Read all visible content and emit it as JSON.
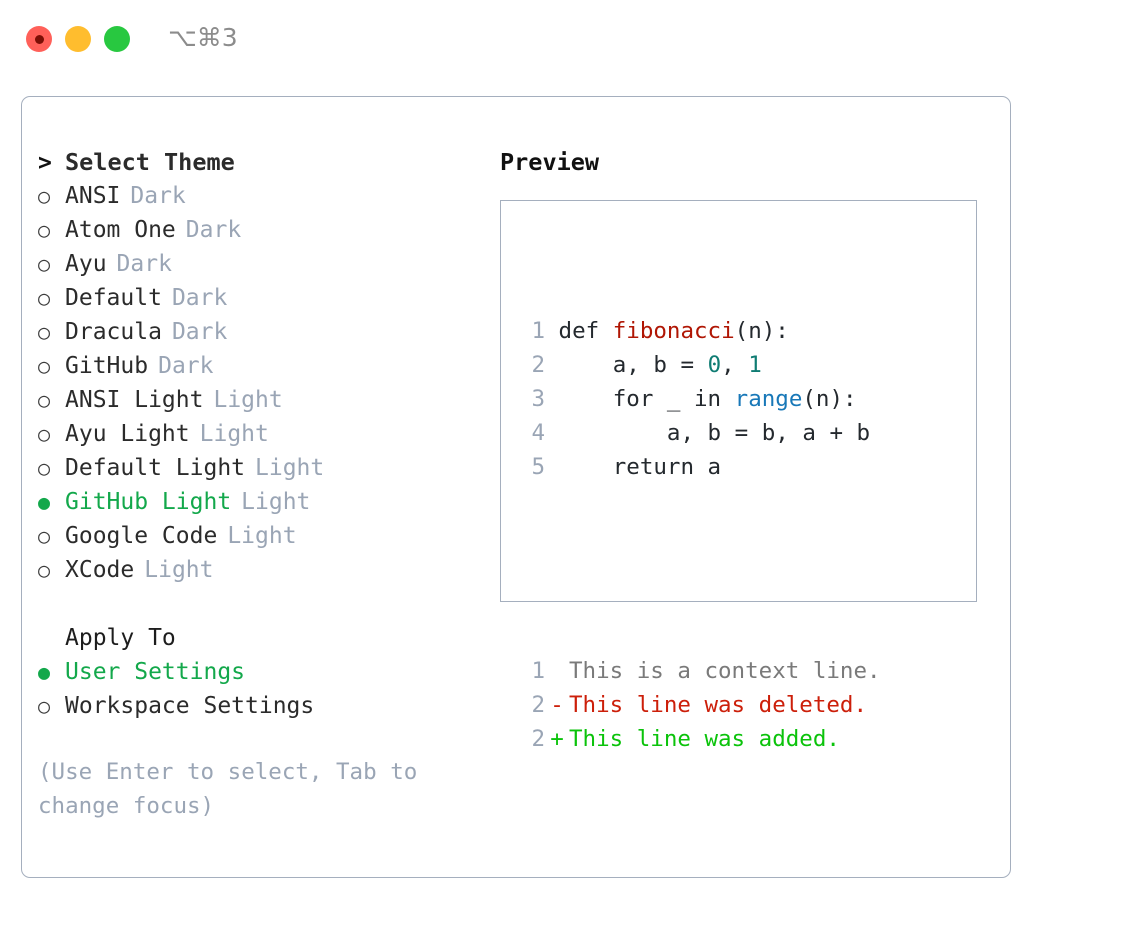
{
  "titlebar": {
    "shortcut": "⌥⌘3",
    "buttons": [
      {
        "name": "close",
        "color": "#ff6059"
      },
      {
        "name": "minimize",
        "color": "#ffbd2e"
      },
      {
        "name": "maximize",
        "color": "#28c840"
      }
    ]
  },
  "theme_list": {
    "header_marker": ">",
    "header": "Select Theme",
    "unselected_marker": "○",
    "selected_marker": "●",
    "items": [
      {
        "marker": "○",
        "name": "ANSI",
        "variant": "Dark",
        "selected": false
      },
      {
        "marker": "○",
        "name": "Atom One",
        "variant": "Dark",
        "selected": false
      },
      {
        "marker": "○",
        "name": "Ayu",
        "variant": "Dark",
        "selected": false
      },
      {
        "marker": "○",
        "name": "Default",
        "variant": "Dark",
        "selected": false
      },
      {
        "marker": "○",
        "name": "Dracula",
        "variant": "Dark",
        "selected": false
      },
      {
        "marker": "○",
        "name": "GitHub",
        "variant": "Dark",
        "selected": false
      },
      {
        "marker": "○",
        "name": "ANSI Light",
        "variant": "Light",
        "selected": false
      },
      {
        "marker": "○",
        "name": "Ayu Light",
        "variant": "Light",
        "selected": false
      },
      {
        "marker": "○",
        "name": "Default Light",
        "variant": "Light",
        "selected": false
      },
      {
        "marker": "●",
        "name": "GitHub Light",
        "variant": "Light",
        "selected": true
      },
      {
        "marker": "○",
        "name": "Google Code",
        "variant": "Light",
        "selected": false
      },
      {
        "marker": "○",
        "name": "XCode",
        "variant": "Light",
        "selected": false
      }
    ]
  },
  "apply_to": {
    "header": "Apply To",
    "items": [
      {
        "marker": "●",
        "name": "User Settings",
        "selected": true
      },
      {
        "marker": "○",
        "name": "Workspace Settings",
        "selected": false
      }
    ]
  },
  "hint": "(Use Enter to select, Tab to change focus)",
  "preview": {
    "title": "Preview",
    "code_lines": [
      {
        "no": "1",
        "segments": [
          {
            "text": "def ",
            "token": "plain"
          },
          {
            "text": "fibonacci",
            "token": "function"
          },
          {
            "text": "(n):",
            "token": "plain"
          }
        ]
      },
      {
        "no": "2",
        "segments": [
          {
            "text": "    a, b = ",
            "token": "plain"
          },
          {
            "text": "0",
            "token": "number"
          },
          {
            "text": ", ",
            "token": "plain"
          },
          {
            "text": "1",
            "token": "number"
          }
        ]
      },
      {
        "no": "3",
        "segments": [
          {
            "text": "    for _ in ",
            "token": "plain"
          },
          {
            "text": "range",
            "token": "builtin"
          },
          {
            "text": "(n):",
            "token": "plain"
          }
        ]
      },
      {
        "no": "4",
        "segments": [
          {
            "text": "        a, b = b, a + b",
            "token": "plain"
          }
        ]
      },
      {
        "no": "5",
        "segments": [
          {
            "text": "    return a",
            "token": "plain"
          }
        ]
      }
    ],
    "diff_lines": [
      {
        "no": "1",
        "sign": " ",
        "text": "This is a context line.",
        "kind": "context"
      },
      {
        "no": "2",
        "sign": "-",
        "text": "This line was deleted.",
        "kind": "deleted"
      },
      {
        "no": "2",
        "sign": "+",
        "text": "This line was added.",
        "kind": "added"
      }
    ]
  },
  "colors": {
    "selection_green": "#13a84b",
    "diff_added_green": "#0bc30b",
    "diff_deleted_red": "#cc1f0a",
    "syntax_function_red": "#b01604",
    "syntax_number_teal": "#0f7c73",
    "syntax_builtin_blue": "#1878b8",
    "muted_grey": "#9aa5b5",
    "border_grey": "#a5afbe"
  }
}
